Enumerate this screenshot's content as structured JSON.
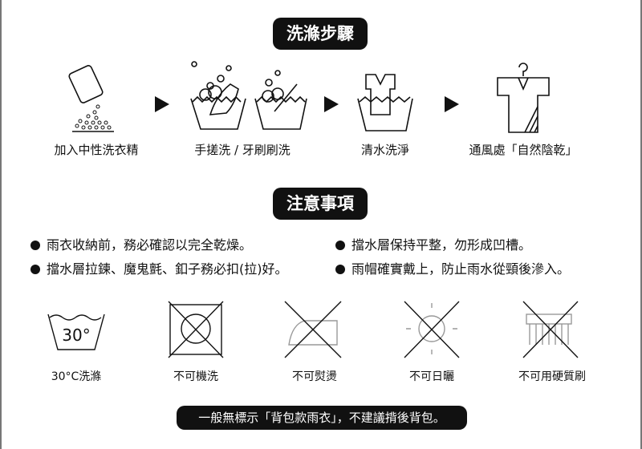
{
  "wash_steps": {
    "title": "洗滌步驟",
    "steps": [
      "加入中性洗衣精",
      "手搓洗 / 牙刷刷洗",
      "清水洗淨",
      "通風處「自然陰乾」"
    ]
  },
  "notes": {
    "title": "注意事項",
    "items": [
      "雨衣收納前，務必確認以完全乾燥。",
      "擋水層保持平整，勿形成凹槽。",
      "擋水層拉鍊、魔鬼氈、釦子務必扣(拉)好。",
      "雨帽確實戴上，防止雨水從頸後滲入。"
    ]
  },
  "care": {
    "temp": "30°",
    "labels": [
      "30°C洗滌",
      "不可機洗",
      "不可熨燙",
      "不可日曬",
      "不可用硬質刷"
    ]
  },
  "footer": "一般無標示「背包款雨衣」，不建議揹後背包。"
}
